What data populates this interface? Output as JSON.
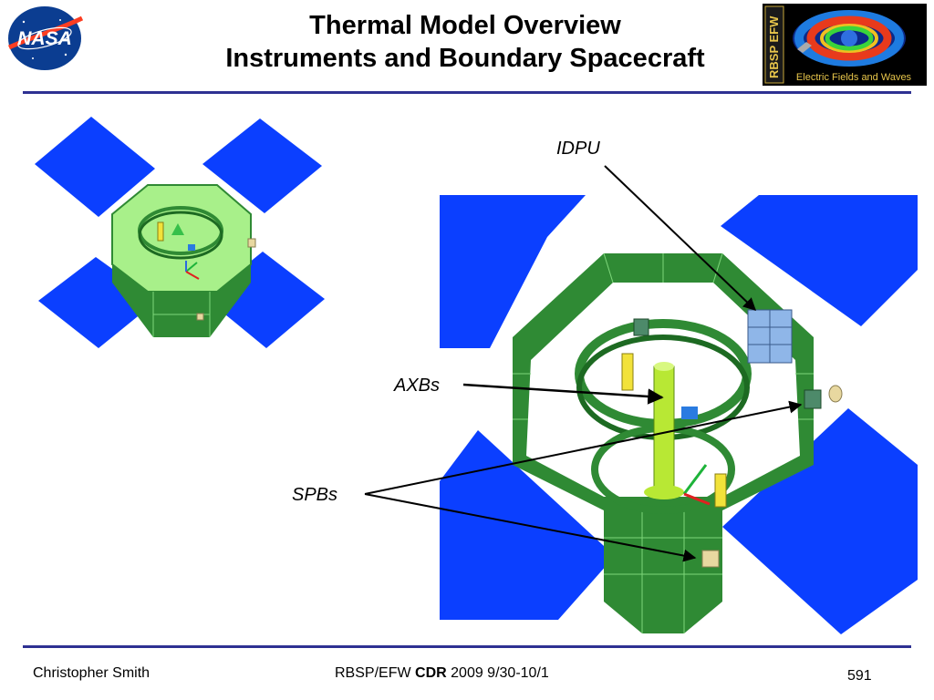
{
  "header": {
    "title_line1": "Thermal Model Overview",
    "title_line2": "Instruments and Boundary Spacecraft",
    "left_logo_text": "NASA",
    "right_logo_vertical_text": "RBSP EFW",
    "right_logo_caption": "Electric Fields and Waves"
  },
  "labels": {
    "idpu": "IDPU",
    "axbs": "AXBs",
    "spbs": "SPBs"
  },
  "footer": {
    "author": "Christopher Smith",
    "event_prefix": "RBSP/EFW",
    "event_bold": "CDR",
    "event_suffix": "2009 9/30-10/1",
    "page_number": "591"
  },
  "colors": {
    "panel_blue": "#0b3fff",
    "body_green": "#2f8a34",
    "deck_green": "#a8f08a",
    "rule_navy": "#2e3192"
  }
}
